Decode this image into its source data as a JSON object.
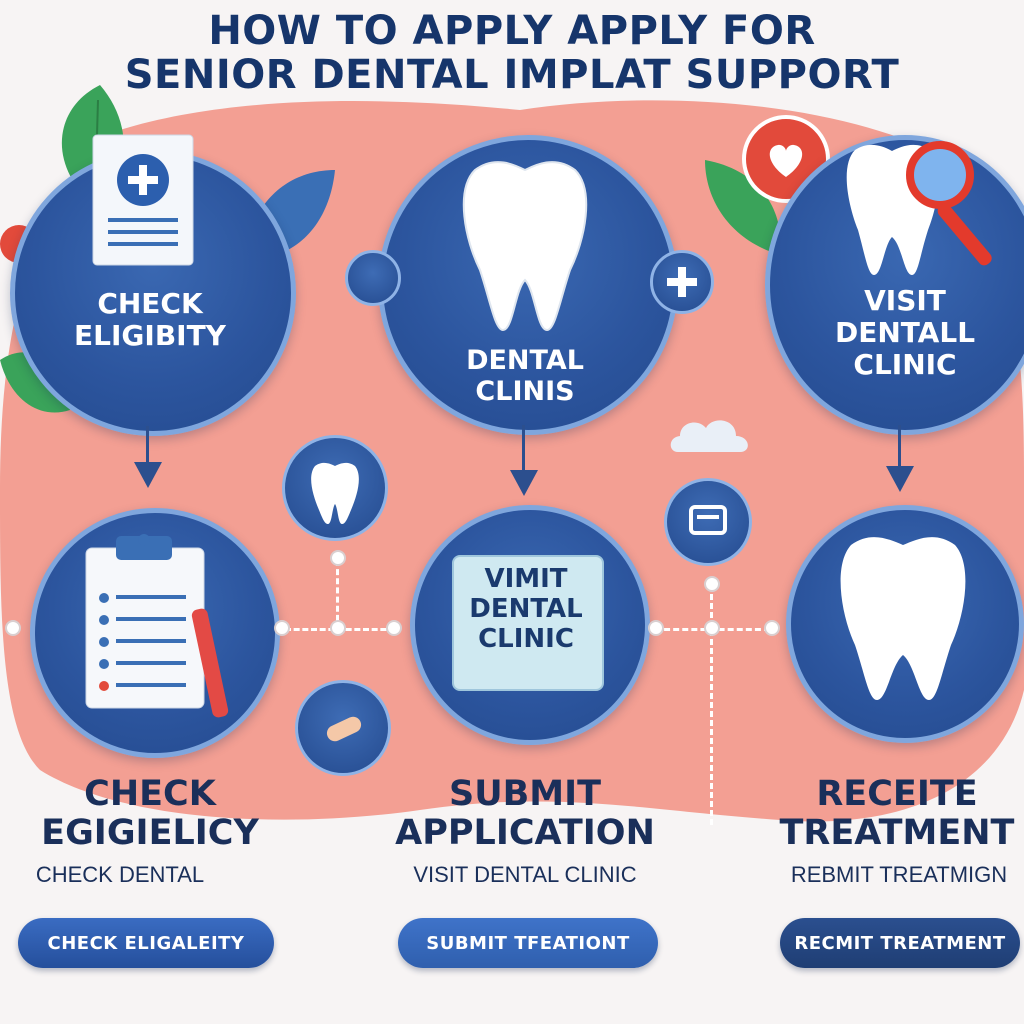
{
  "title": {
    "line1": "HOW    TO APPLY APPLY FOR",
    "line2": "SENIOR DENTAL IMPLAT SUPPORT"
  },
  "top_circles": [
    {
      "label": "CHECK ELIGIBITY",
      "icon": "document-plus-icon"
    },
    {
      "label": "DENTAL CLINIS",
      "icon": "tooth-icon"
    },
    {
      "label": "VISIT DENTALL CLINIC",
      "icon": "tooth-magnifier-icon"
    }
  ],
  "middle_circles": [
    {
      "icon": "clipboard-icon"
    },
    {
      "label": "VIMIT DENTAL CLINIC",
      "icon": "sign-board-icon"
    },
    {
      "icon": "tooth-icon"
    }
  ],
  "steps": [
    {
      "heading": "CHECK EGIGIELICY",
      "sub": "CHECK DENTAL",
      "button": "CHECK ELIGALEITY"
    },
    {
      "heading": "SUBMIT APPLICATION",
      "sub": "VISIT DENTAL CLINIC",
      "button": "SUBMIT TFEATIONT"
    },
    {
      "heading": "RECEITE TREATMENT",
      "sub": "REBMIT TREATMIGN",
      "button": "RECMIT TREATMENT"
    }
  ],
  "colors": {
    "background": "#f7f4f4",
    "blob": "#f29a8d",
    "circle": "#2c559e",
    "text": "#1a2f5a",
    "leaf": "#3aa35a"
  }
}
